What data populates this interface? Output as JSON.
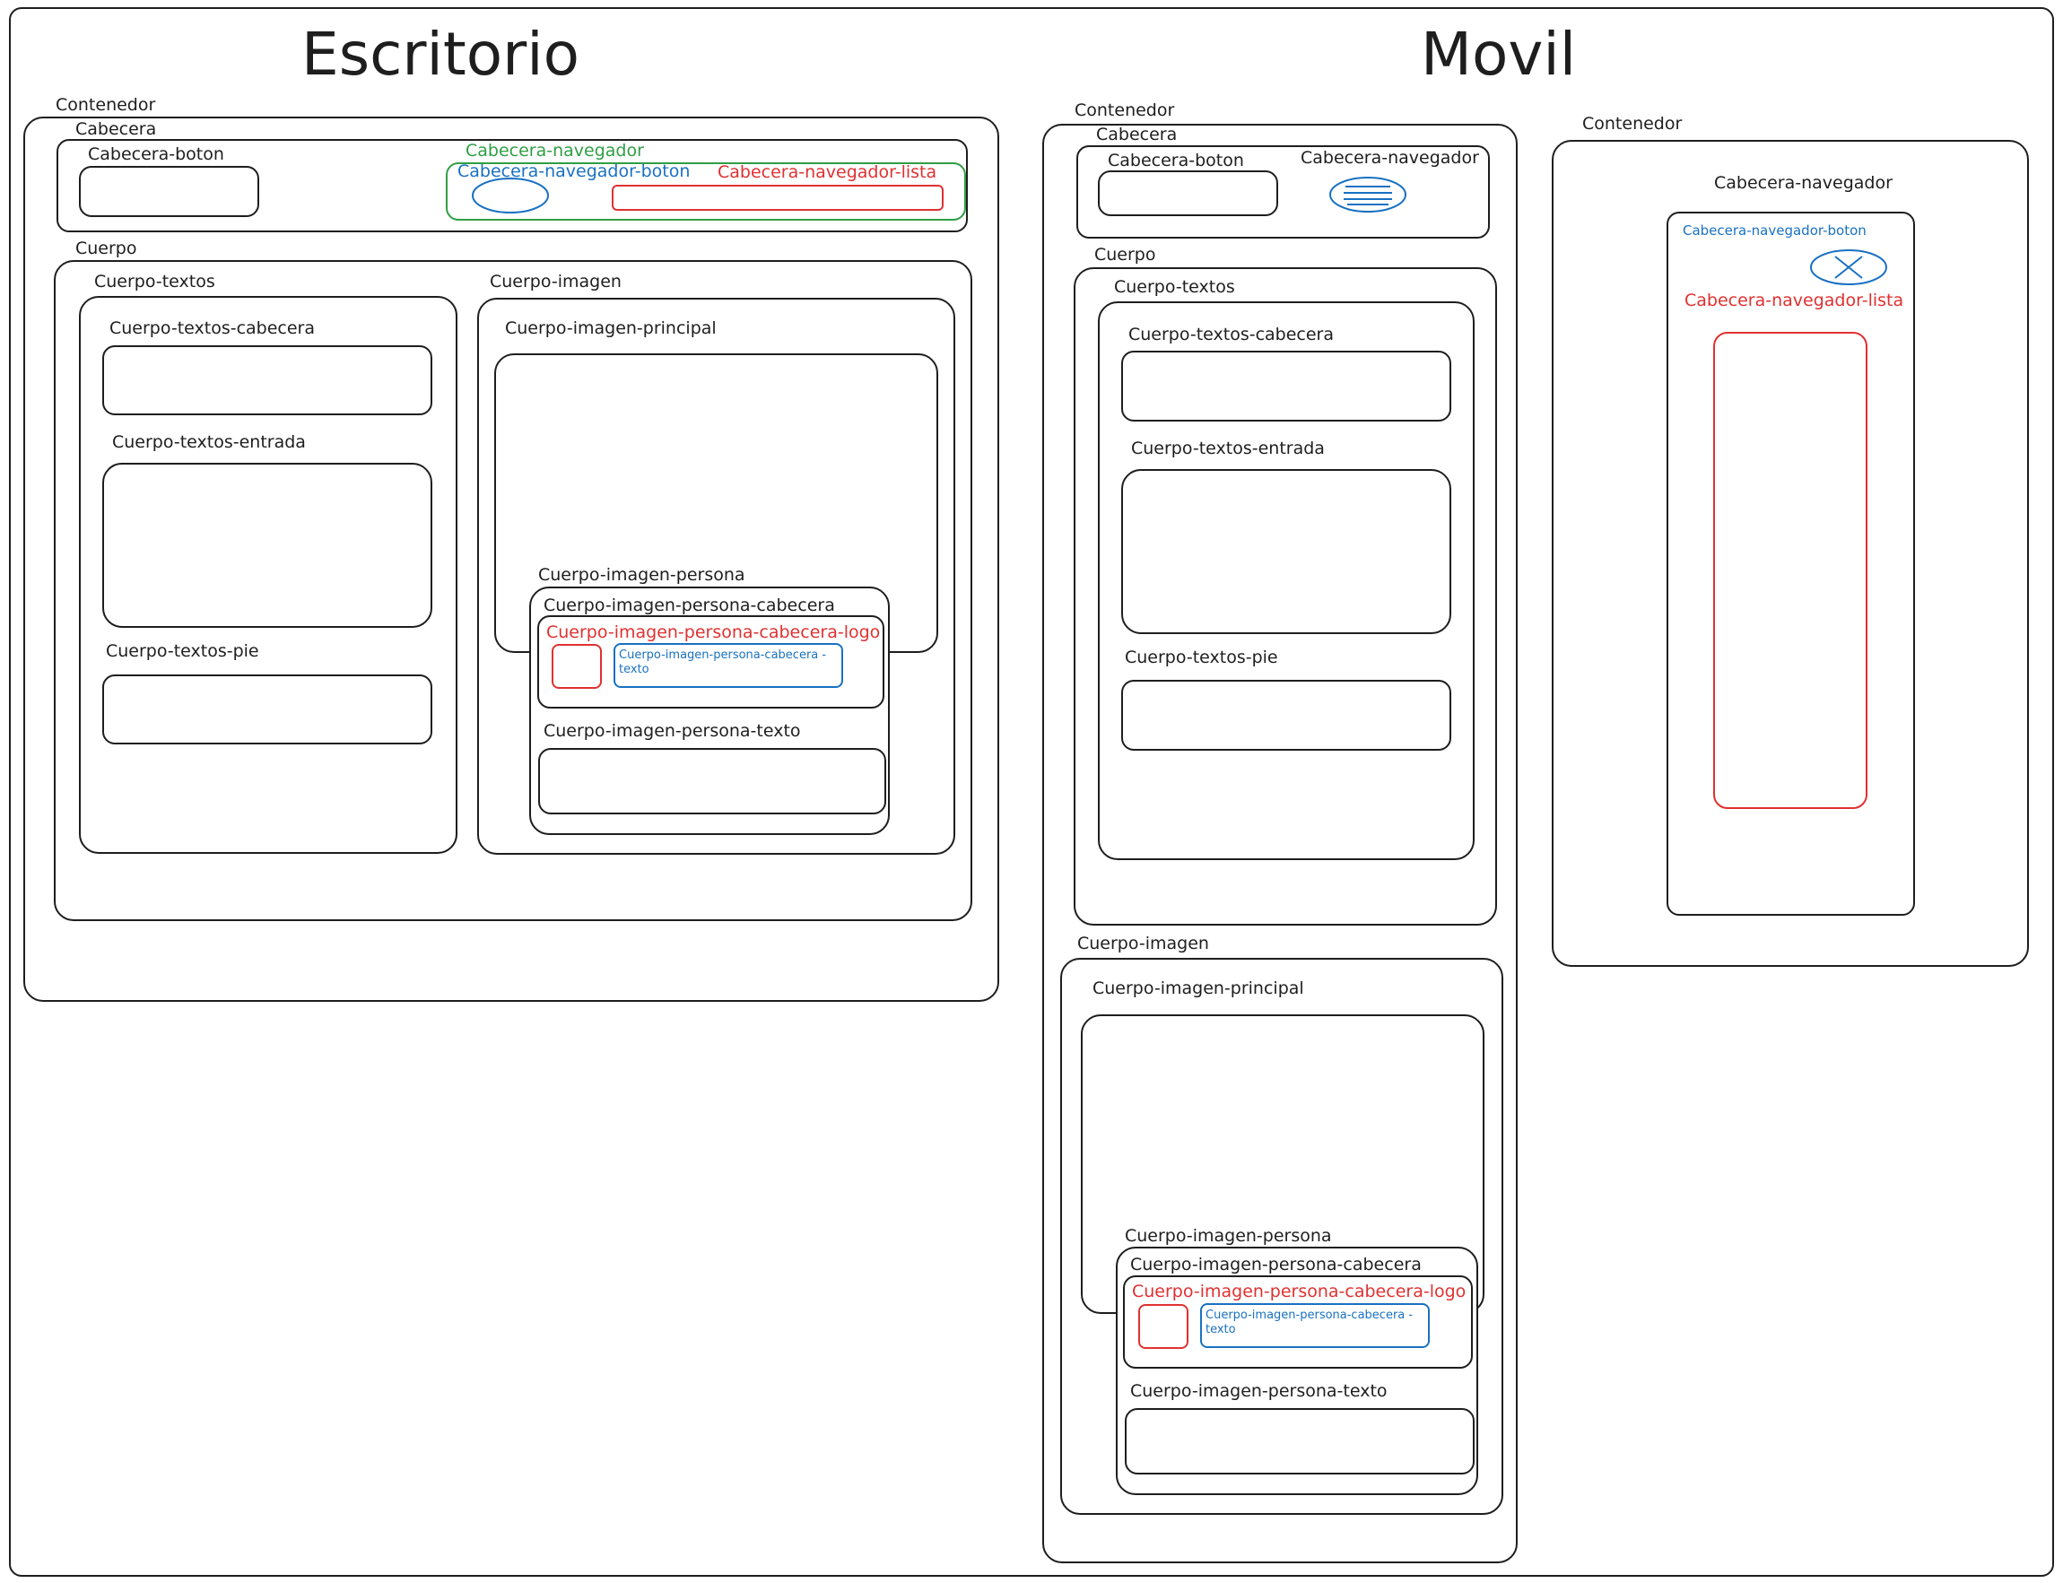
{
  "titles": {
    "desktop": "Escritorio",
    "mobile": "Movil"
  },
  "desktop": {
    "contenedor": "Contenedor",
    "cabecera": "Cabecera",
    "cabecera_boton": "Cabecera-boton",
    "cabecera_navegador": "Cabecera-navegador",
    "cabecera_navegador_boton": "Cabecera-navegador-boton",
    "cabecera_navegador_lista": "Cabecera-navegador-lista",
    "cuerpo": "Cuerpo",
    "cuerpo_textos": "Cuerpo-textos",
    "cuerpo_textos_cabecera": "Cuerpo-textos-cabecera",
    "cuerpo_textos_entrada": "Cuerpo-textos-entrada",
    "cuerpo_textos_pie": "Cuerpo-textos-pie",
    "cuerpo_imagen": "Cuerpo-imagen",
    "cuerpo_imagen_principal": "Cuerpo-imagen-principal",
    "cuerpo_imagen_persona": "Cuerpo-imagen-persona",
    "cuerpo_imagen_persona_cabecera": "Cuerpo-imagen-persona-cabecera",
    "cuerpo_imagen_persona_cabecera_logo": "Cuerpo-imagen-persona-cabecera-logo",
    "cuerpo_imagen_persona_cabecera_texto": "Cuerpo-imagen-persona-cabecera -texto",
    "cuerpo_imagen_persona_texto": "Cuerpo-imagen-persona-texto"
  },
  "mobile": {
    "contenedor": "Contenedor",
    "cabecera": "Cabecera",
    "cabecera_boton": "Cabecera-boton",
    "cabecera_navegador": "Cabecera-navegador",
    "cuerpo": "Cuerpo",
    "cuerpo_textos": "Cuerpo-textos",
    "cuerpo_textos_cabecera": "Cuerpo-textos-cabecera",
    "cuerpo_textos_entrada": "Cuerpo-textos-entrada",
    "cuerpo_textos_pie": "Cuerpo-textos-pie",
    "cuerpo_imagen": "Cuerpo-imagen",
    "cuerpo_imagen_principal": "Cuerpo-imagen-principal",
    "cuerpo_imagen_persona": "Cuerpo-imagen-persona",
    "cuerpo_imagen_persona_cabecera": "Cuerpo-imagen-persona-cabecera",
    "cuerpo_imagen_persona_cabecera_logo": "Cuerpo-imagen-persona-cabecera-logo",
    "cuerpo_imagen_persona_cabecera_texto": "Cuerpo-imagen-persona-cabecera -texto",
    "cuerpo_imagen_persona_texto": "Cuerpo-imagen-persona-texto"
  },
  "mobile_menu": {
    "contenedor": "Contenedor",
    "cabecera_navegador": "Cabecera-navegador",
    "cabecera_navegador_boton": "Cabecera-navegador-boton",
    "cabecera_navegador_lista": "Cabecera-navegador-lista"
  },
  "icons": {
    "desktop_nav_button": "ellipse",
    "mobile_nav_button": "hamburger-icon",
    "menu_close_button": "close-icon"
  },
  "colors": {
    "stroke": "#1e1e1e",
    "red": "#e03131",
    "blue": "#1971c2",
    "green": "#2f9e44"
  }
}
